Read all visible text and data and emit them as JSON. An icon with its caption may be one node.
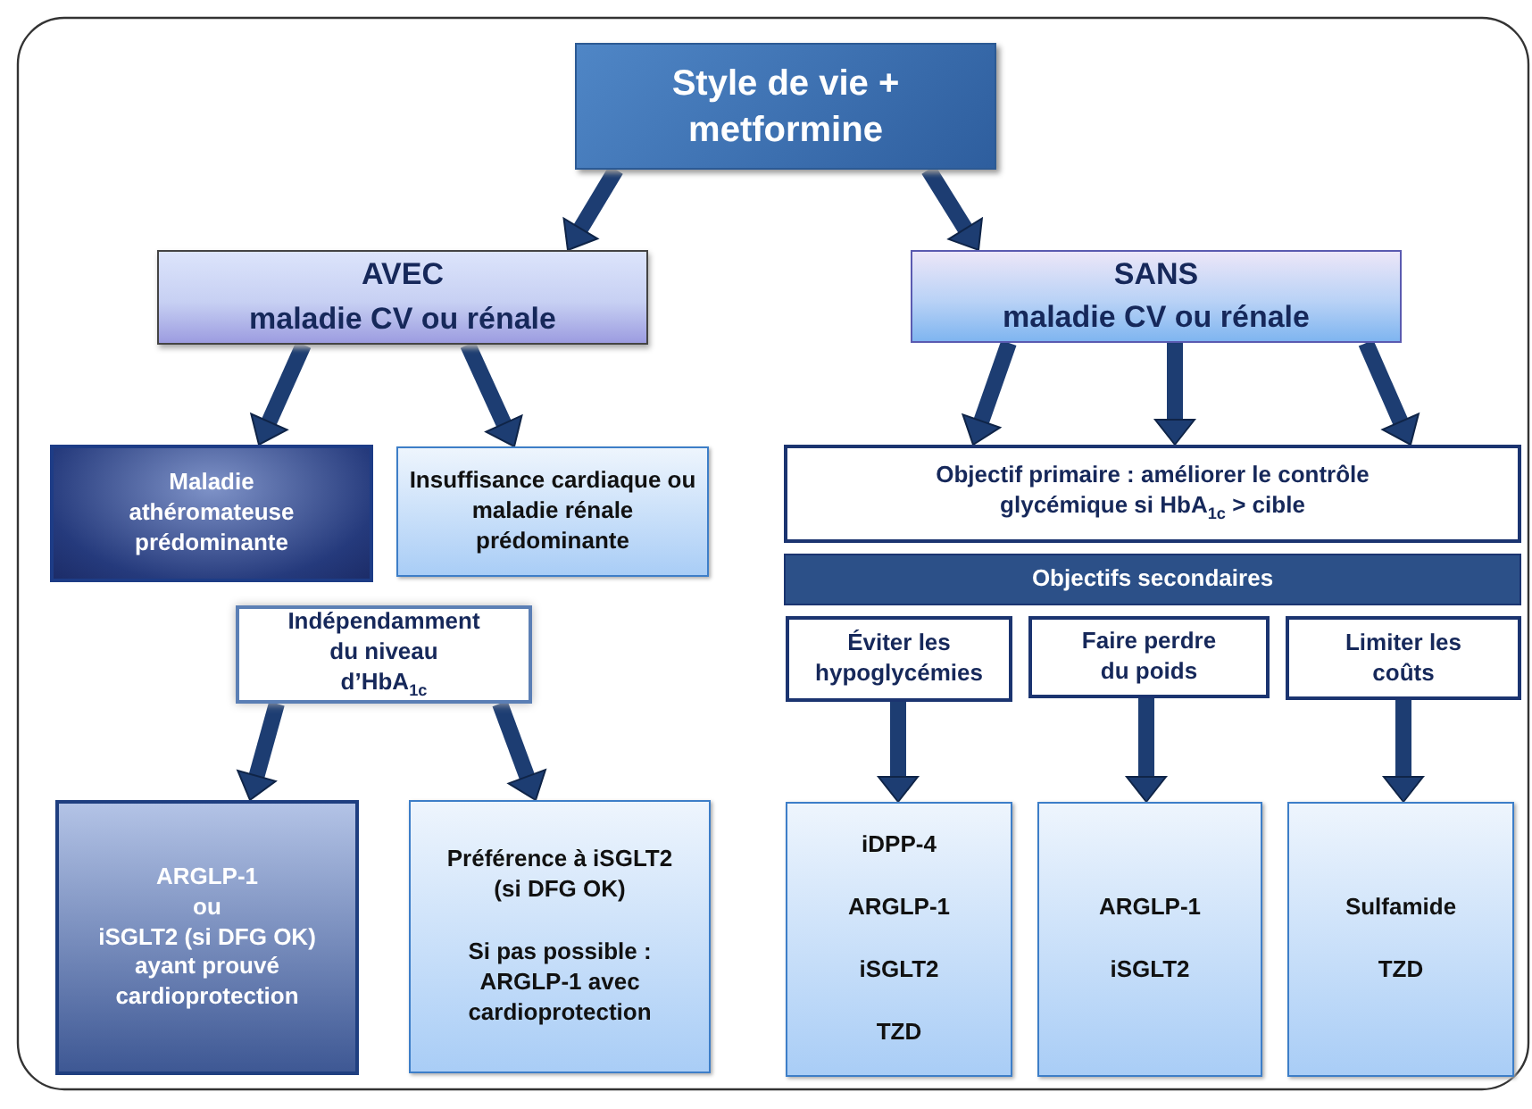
{
  "diagram": {
    "nodes": [
      {
        "text": [
          "Style de vie + metformine"
        ]
      },
      {
        "text": [
          "AVEC",
          "maladie CV ou rénale"
        ]
      },
      {
        "text": [
          "SANS",
          "maladie CV ou rénale"
        ]
      },
      {
        "text": [
          "Maladie athéromateuse prédominante"
        ]
      },
      {
        "text": [
          "Insuffisance cardiaque ou maladie rénale prédominante"
        ]
      },
      {
        "text": [
          "Indépendamment du niveau d’HbA$_{1c}$"
        ]
      },
      {
        "text": [
          "ARGLP-1",
          "ou",
          "iSGLT2 (si DFG OK) ayant prouvé cardioprotection"
        ]
      },
      {
        "text": [
          "Préférence à iSGLT2 (si DFG OK)",
          "Si pas possible : ARGLP-1 avec cardioprotection"
        ]
      },
      {
        "text": [
          "Objectif primaire : améliorer le contrôle glycémique si HbA$_{1c}$ > cible"
        ]
      },
      {
        "text": [
          "Objectifs secondaires"
        ]
      },
      {
        "text": [
          "Éviter les hypoglycémies"
        ]
      },
      {
        "text": [
          "Faire perdre du poids"
        ]
      },
      {
        "text": [
          "Limiter les coûts"
        ]
      },
      {
        "text": [
          "iDPP-4",
          "ARGLP-1",
          "iSGLT2",
          "TZD"
        ]
      },
      {
        "text": [
          "ARGLP-1",
          "iSGLT2"
        ]
      },
      {
        "text": [
          "Sulfamide",
          "TZD"
        ]
      }
    ],
    "edges": [
      {
        "from": 0,
        "to": 1,
        "arrow": "to"
      },
      {
        "from": 0,
        "to": 2,
        "arrow": "to"
      },
      {
        "from": 1,
        "to": 3,
        "arrow": "to"
      },
      {
        "from": 1,
        "to": 4,
        "arrow": "to"
      },
      {
        "from": 5,
        "to": 6,
        "arrow": "to"
      },
      {
        "from": 5,
        "to": 7,
        "arrow": "to"
      },
      {
        "from": 2,
        "to": 8,
        "arrow": "to"
      },
      {
        "from": 2,
        "to": 8,
        "arrow": "to"
      },
      {
        "from": 2,
        "to": 8,
        "arrow": "to"
      },
      {
        "from": 10,
        "to": 13,
        "arrow": "to"
      },
      {
        "from": 11,
        "to": 14,
        "arrow": "to"
      },
      {
        "from": 12,
        "to": 15,
        "arrow": "to"
      }
    ]
  }
}
